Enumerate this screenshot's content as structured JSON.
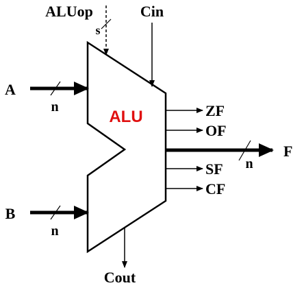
{
  "title_color": "#e01010",
  "labels": {
    "alu": "ALU",
    "aluop": "ALUop",
    "aluop_width": "s",
    "cin": "Cin",
    "a": "A",
    "a_width": "n",
    "b": "B",
    "b_width": "n",
    "zf": "ZF",
    "of": "OF",
    "f": "F",
    "f_width": "n",
    "sf": "SF",
    "cf": "CF",
    "cout": "Cout"
  }
}
